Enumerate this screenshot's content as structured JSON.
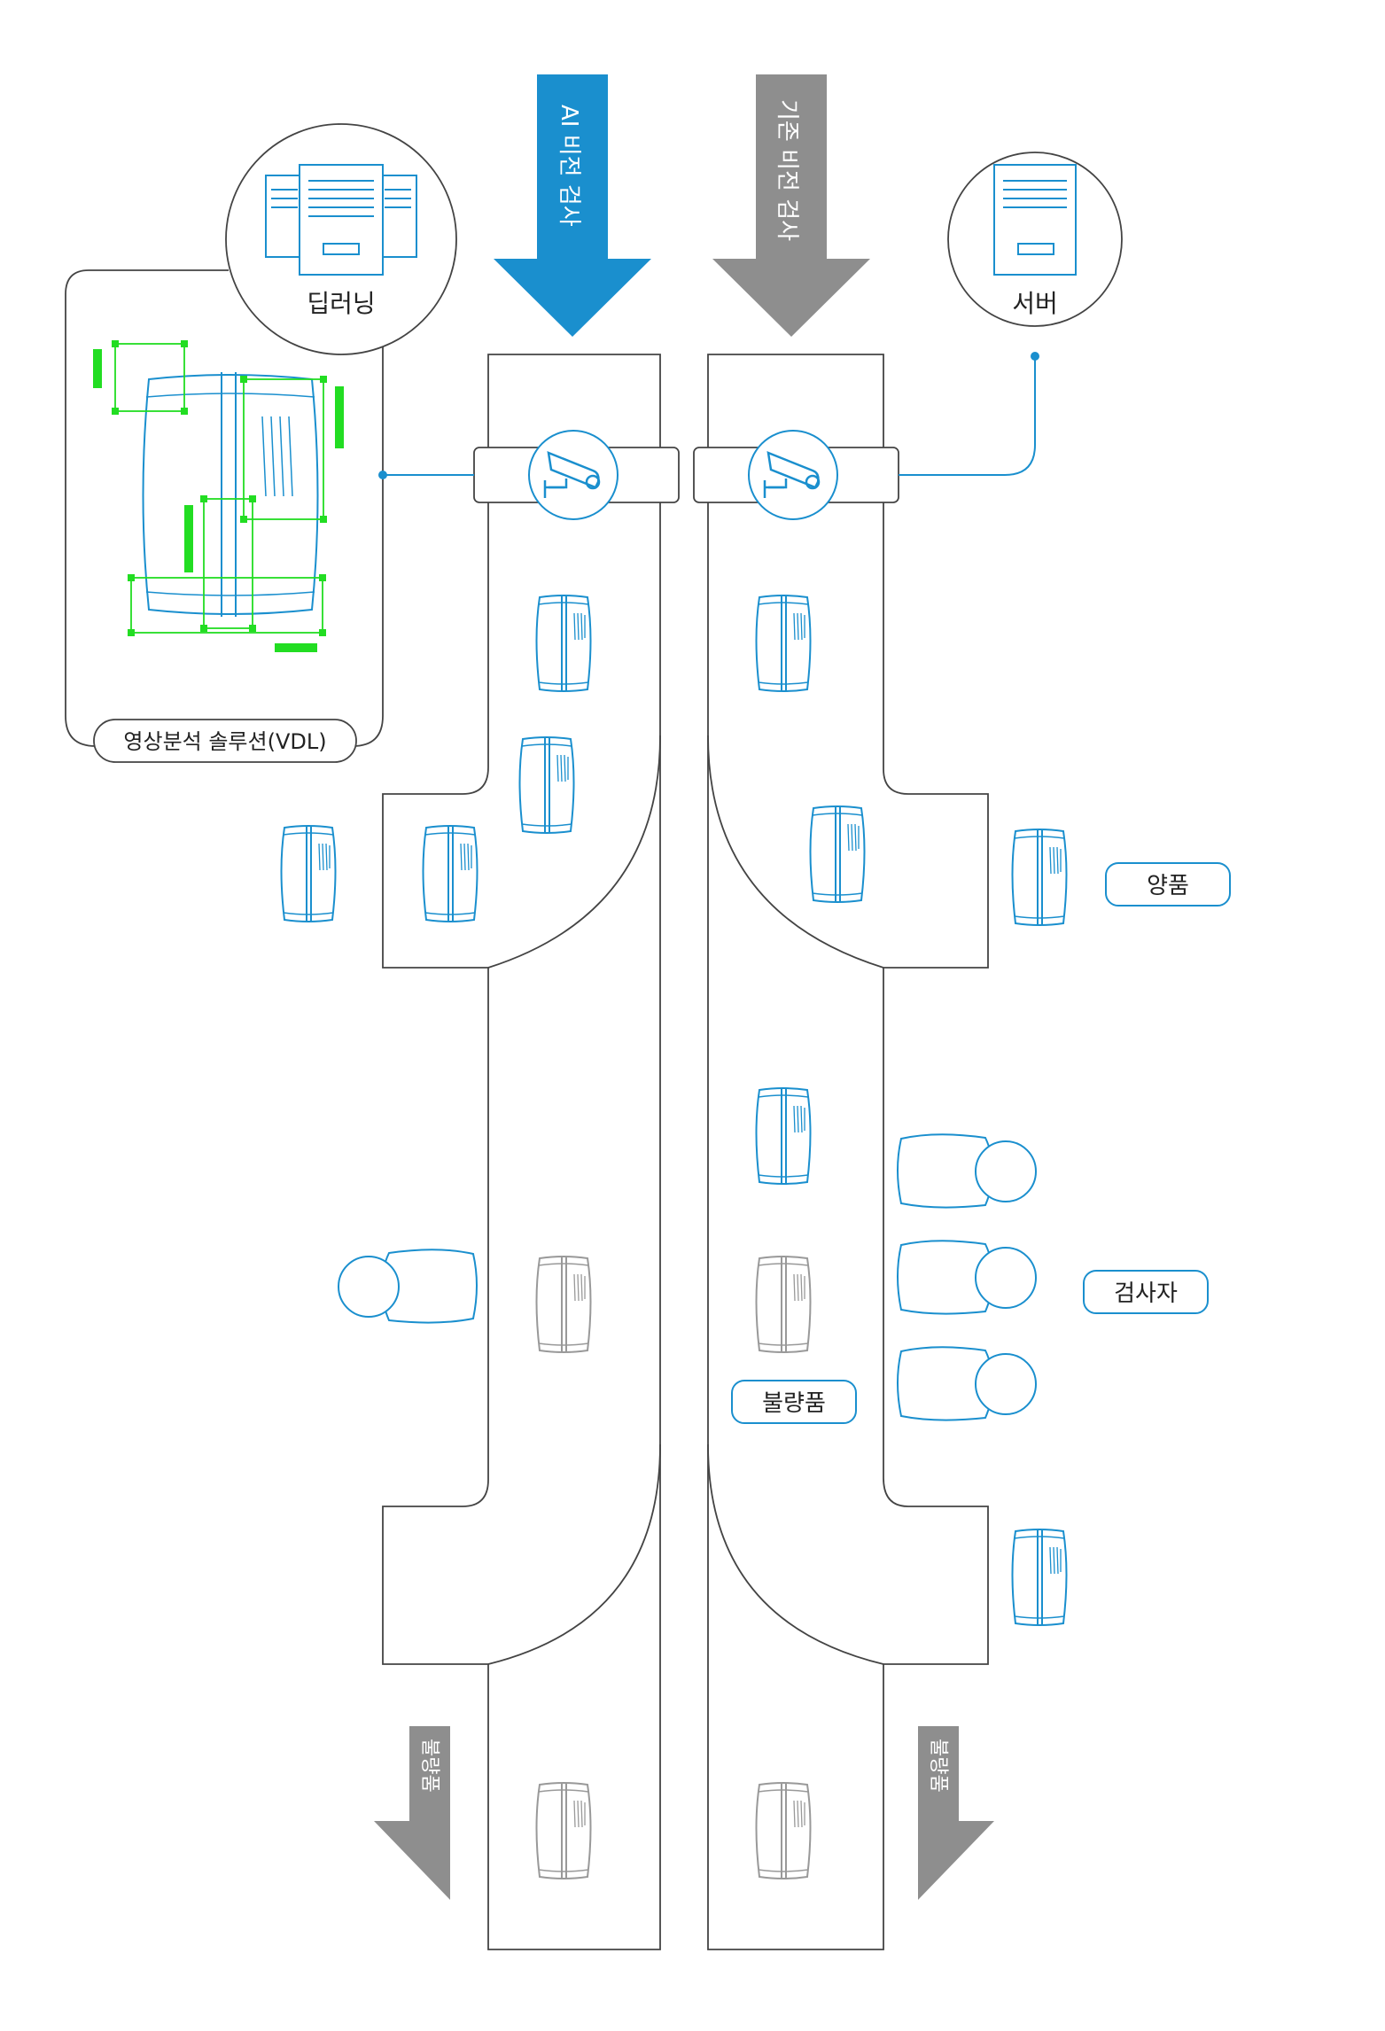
{
  "labels": {
    "ai_inspection": "AI 비전 검사",
    "basic_inspection": "기존 비전 검사",
    "deep_learning": "딥러닝",
    "server": "서버",
    "vdl_solution": "영상분석 솔루션(VDL)",
    "good_product": "양품",
    "inspector": "검사자",
    "defective": "불량품",
    "defective_out_left": "불량품",
    "defective_out_right": "불량품"
  },
  "colors": {
    "ai_blue": "#1a8fce",
    "gray_arrow": "#8e8e8e",
    "outline": "#444444",
    "detection_green": "#22dd22",
    "item_blue": "#1a8fce",
    "item_gray": "#999999"
  },
  "icons": {
    "camera": "cctv-camera-icon",
    "server": "server-icon",
    "item": "product-item-icon",
    "person": "inspector-person-icon"
  }
}
